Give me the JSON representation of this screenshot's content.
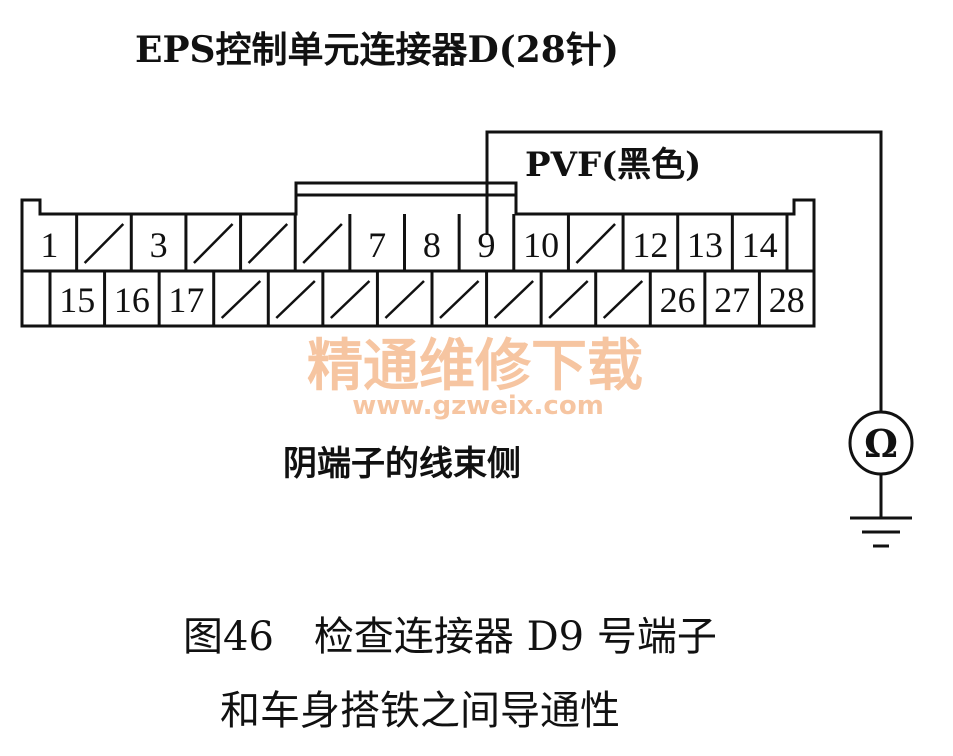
{
  "title": "EPS控制单元连接器D(28针)",
  "wire_label": "PVF(黑色)",
  "meter_symbol": "Ω",
  "connector_side_label": "阴端子的线束侧",
  "watermark": {
    "name": "精通维修下载",
    "url": "www.gzweix.com",
    "color": "#f5b78a"
  },
  "caption": {
    "line1": "图46　检查连接器 D9 号端子",
    "line2": "和车身搭铁之间导通性"
  },
  "connector": {
    "top_row": [
      "1",
      "/",
      "3",
      "/",
      "/",
      "/",
      "7",
      "8",
      "9",
      "10",
      "/",
      "12",
      "13",
      "14"
    ],
    "bottom_row": [
      "",
      "15",
      "16",
      "17",
      "/",
      "/",
      "/",
      "/",
      "/",
      "/",
      "/",
      "/",
      "26",
      "27",
      "28"
    ],
    "probed_pin": "9"
  }
}
